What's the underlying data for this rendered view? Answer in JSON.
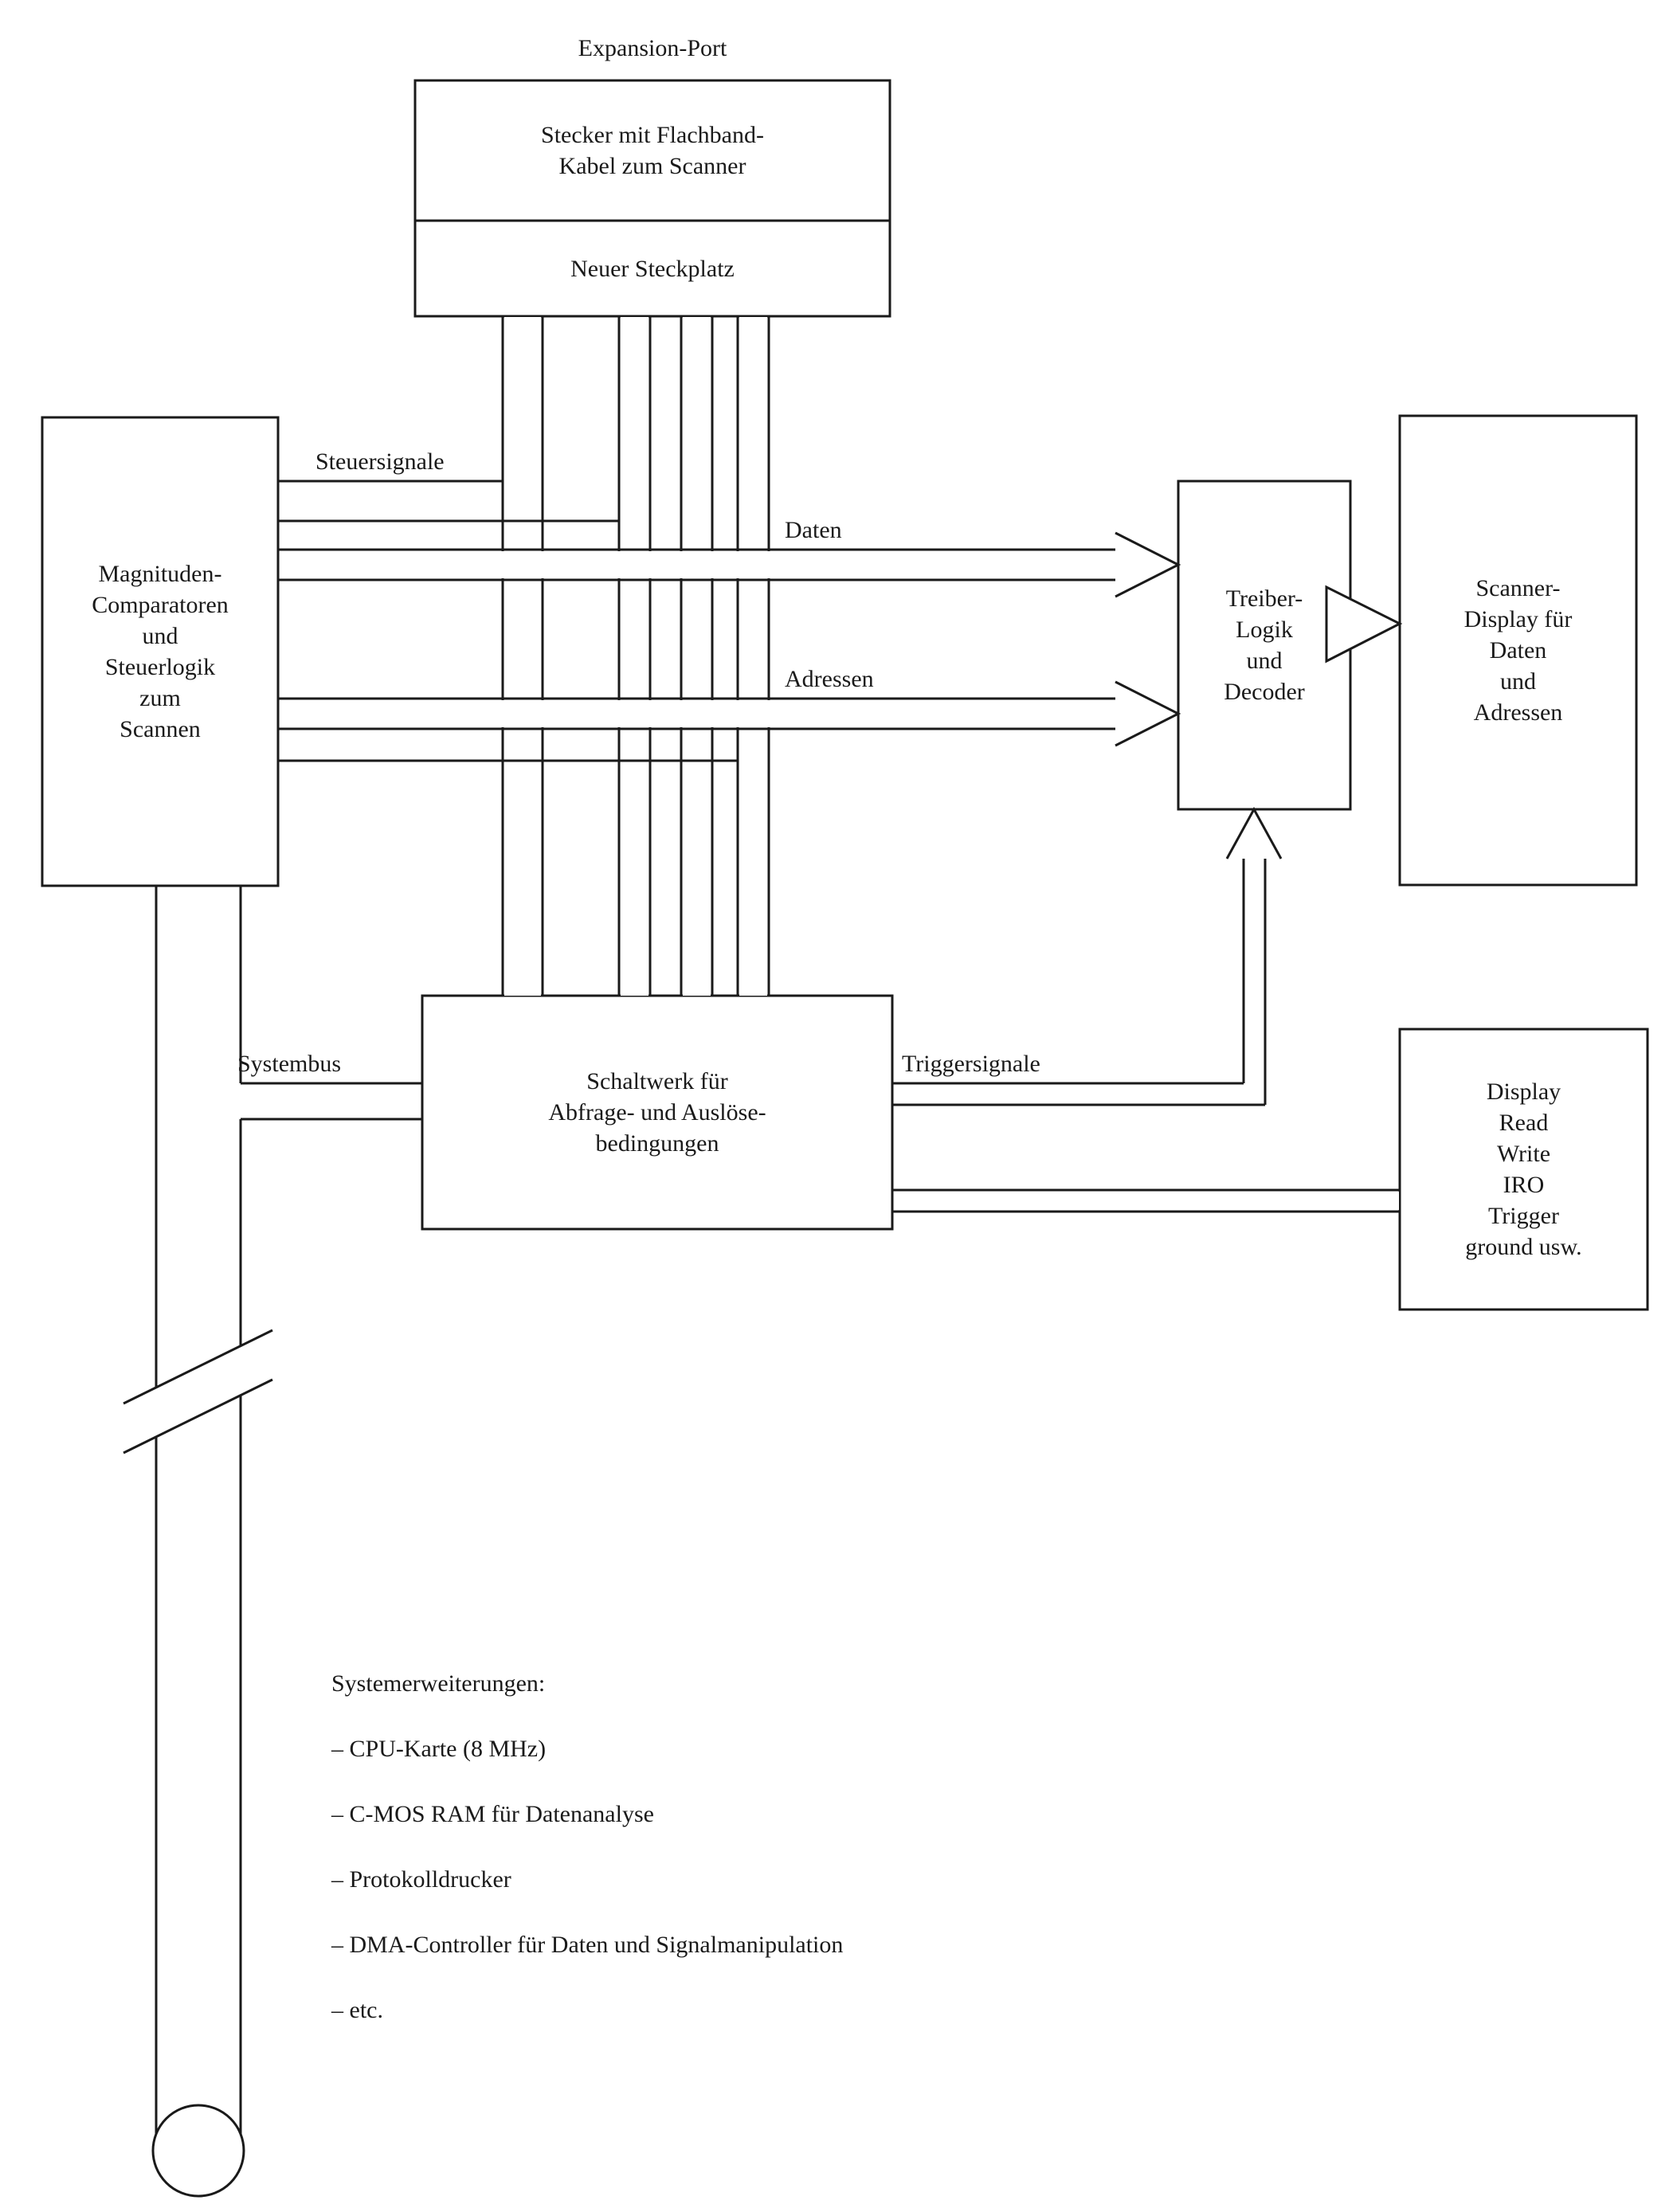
{
  "page": {
    "title_label": "Expansion-Port",
    "boxes": {
      "expansion_top": "Stecker mit Flachband-\nKabel zum Scanner",
      "expansion_bottom": "Neuer Steckplatz",
      "comparator": "Magnituden-\nComparatoren\nund\nSteuerlogik\nzum\nScannen",
      "treiber": "Treiber-\nLogik\nund\nDecoder",
      "scanner_display": "Scanner-\nDisplay für\nDaten\nund\nAdressen",
      "schaltwerk": "Schaltwerk für\nAbfrage- und Auslöse-\nbedingungen",
      "display_signals": "Display\nRead\nWrite\nIRO\nTrigger\nground usw."
    },
    "wire_labels": {
      "steuersignale": "Steuersignale",
      "daten": "Daten",
      "adressen": "Adressen",
      "systembus": "Systembus",
      "triggersignale": "Triggersignale"
    },
    "notes": {
      "heading": "Systemerweiterungen:",
      "items": [
        "– CPU-Karte (8 MHz)",
        "– C-MOS RAM für Datenanalyse",
        "– Protokolldrucker",
        "– DMA-Controller für Daten und Signalmanipulation",
        "– etc."
      ]
    },
    "colors": {
      "ink": "#1a1a1a",
      "paper": "#ffffff"
    }
  }
}
